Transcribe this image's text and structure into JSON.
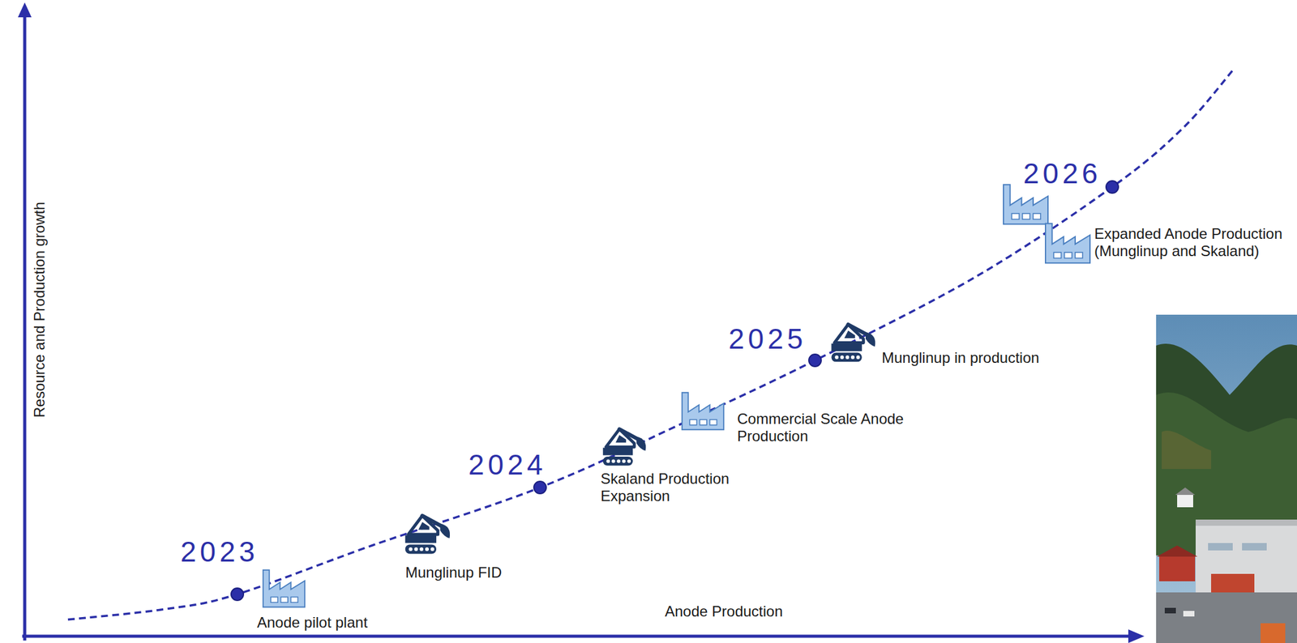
{
  "diagram": {
    "labels": [
      "Resource and Production growth",
      "Anode Production",
      "2023",
      "2024",
      "2025",
      "2026",
      "Anode pilot plant",
      "Munglinup FID",
      "Skaland Production Expansion",
      "Commercial Scale Anode Production",
      "Munglinup in production",
      "Expanded Anode Production (Munglinup and Skaland)"
    ]
  }
}
